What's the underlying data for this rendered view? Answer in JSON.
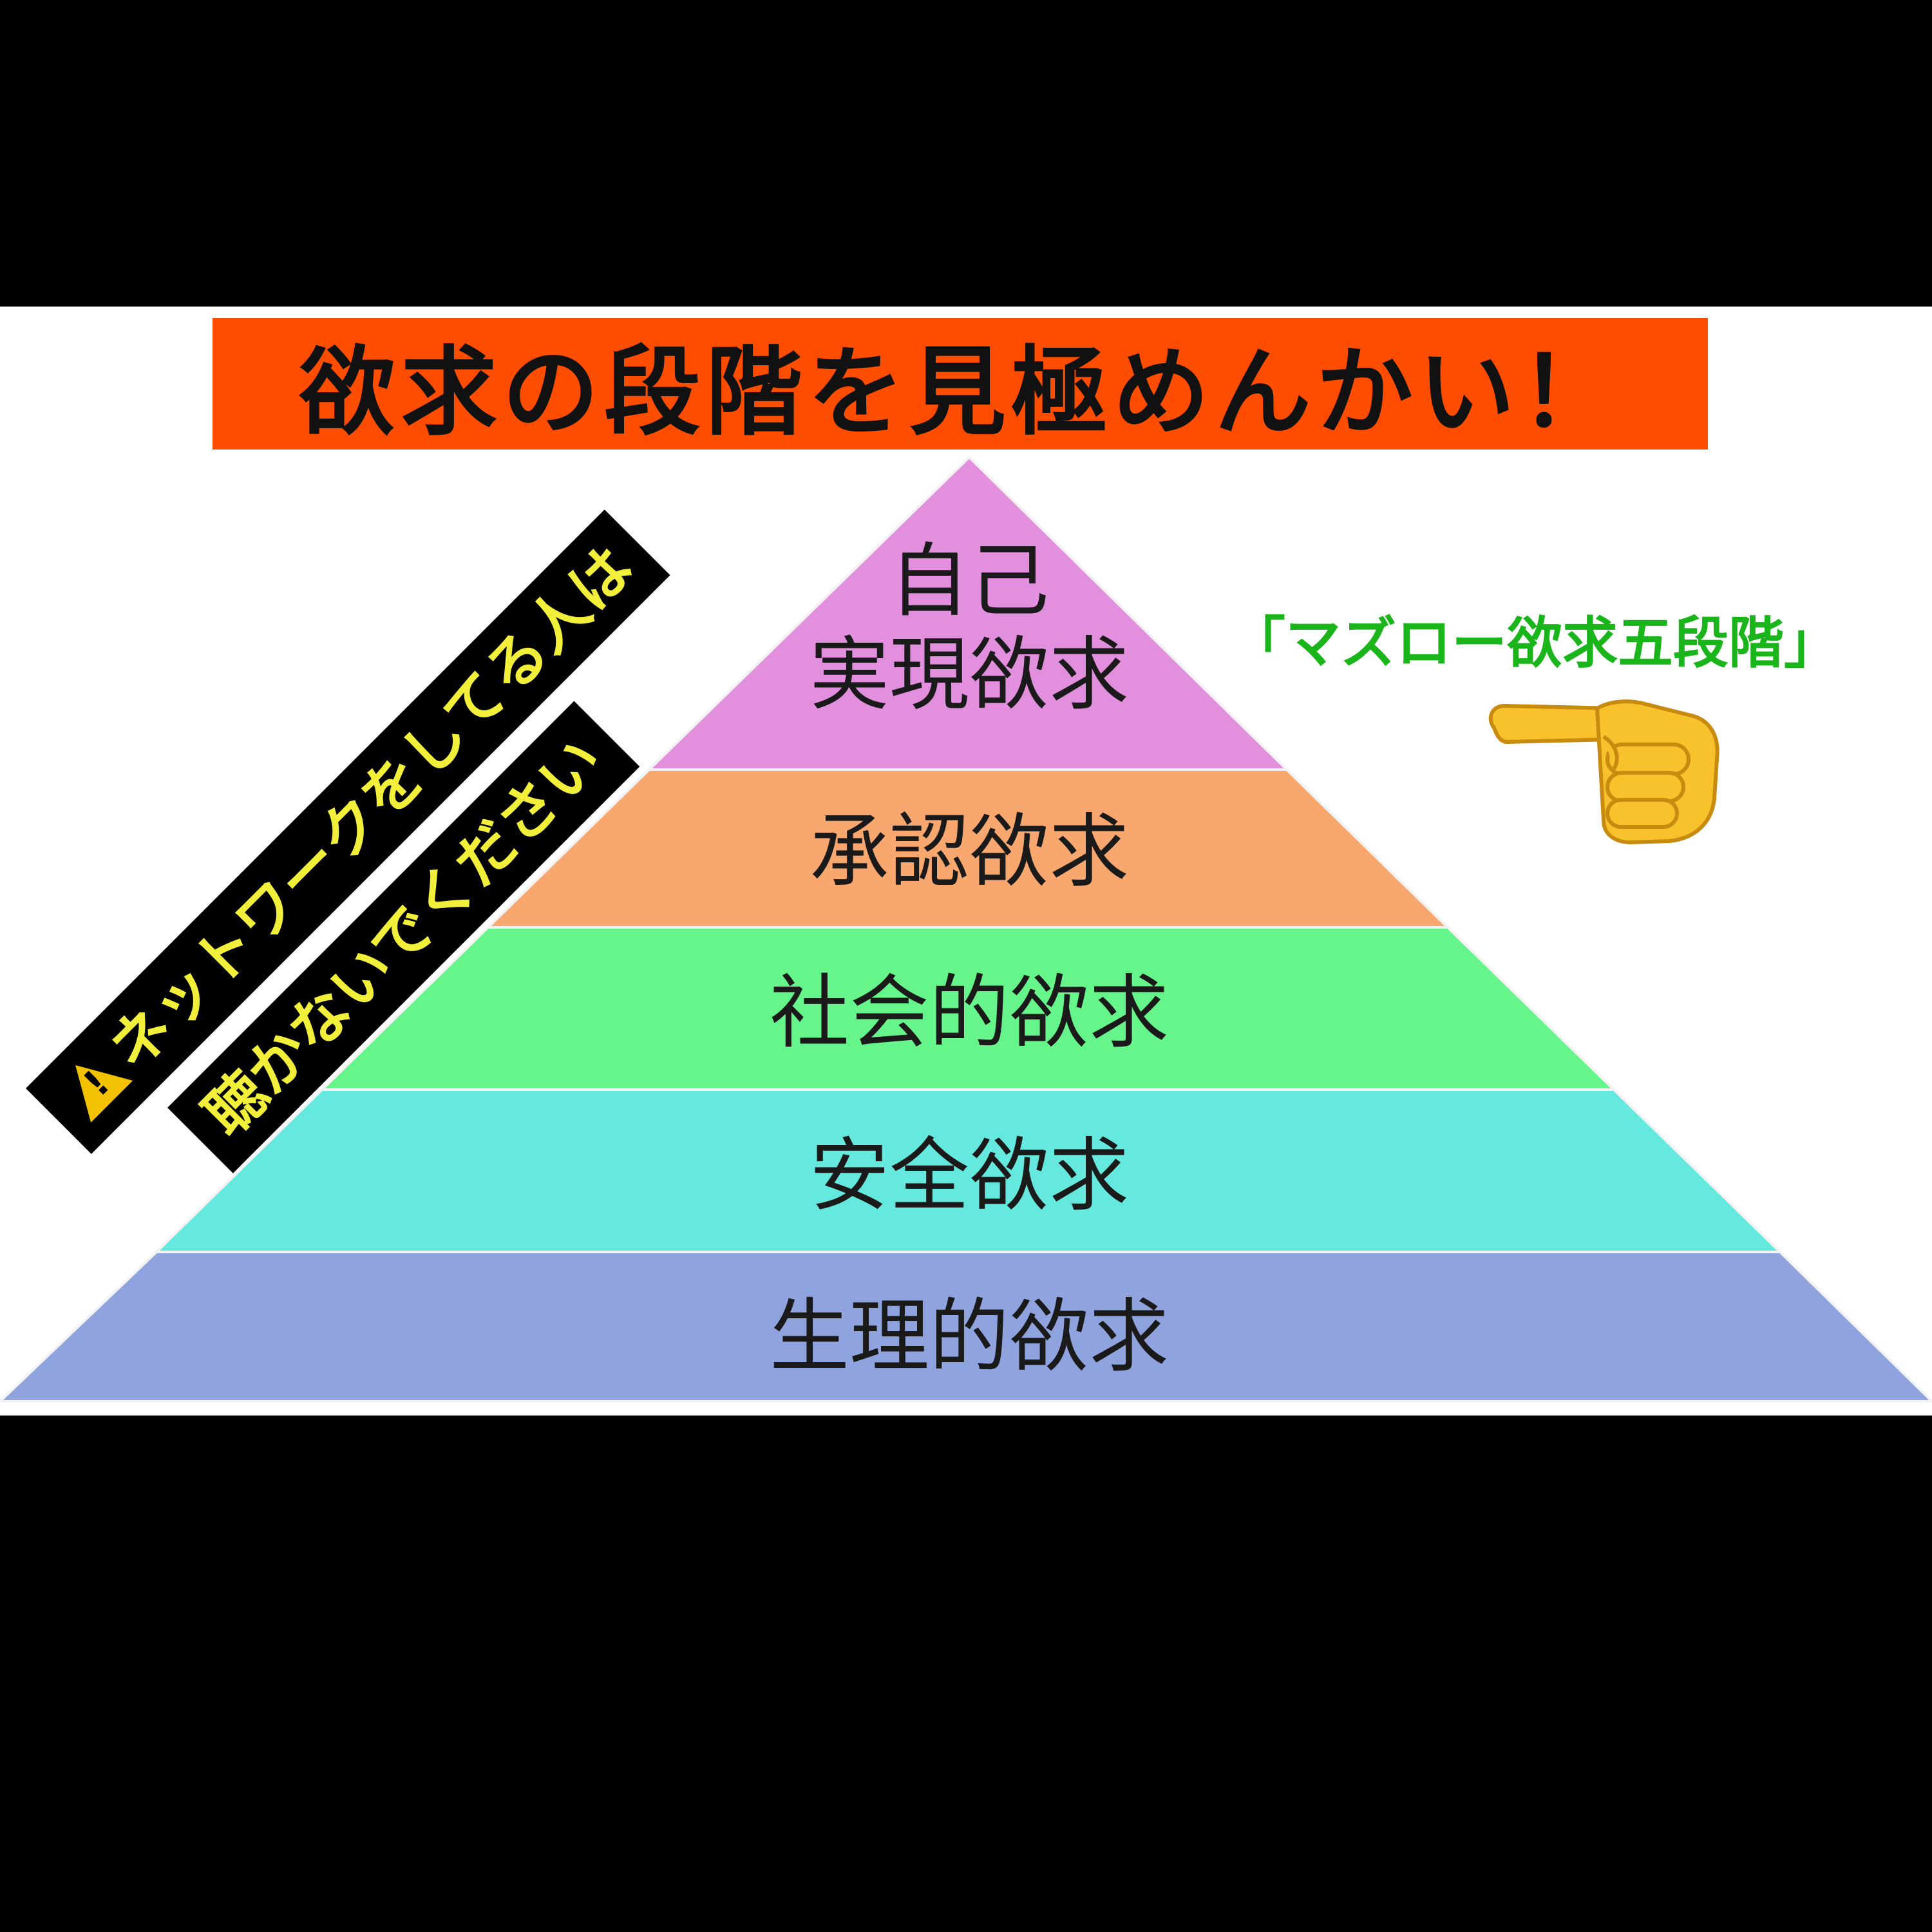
{
  "title": "欲求の段階を見極めんかい！",
  "warning": {
    "icon": "warning-icon",
    "line1": "ネットワークをしてる人は",
    "line2": "聴かないでください"
  },
  "maslow_label": "「マズロー欲求五段階」",
  "pointer_icon": "pointing-hand-icon",
  "pyramid": {
    "tiers": [
      {
        "line1": "自己",
        "line2": "実現欲求",
        "color": "#e28fdd"
      },
      {
        "label": "承認欲求",
        "color": "#f8a86e"
      },
      {
        "label": "社会的欲求",
        "color": "#66f58a"
      },
      {
        "label": "安全欲求",
        "color": "#65e8dd"
      },
      {
        "label": "生理的欲求",
        "color": "#8fa4de"
      }
    ]
  },
  "colors": {
    "banner": "#ff4d00",
    "warning_text": "#f2ef3a",
    "maslow_label": "#19b51b",
    "background": "#000000",
    "panel": "#ffffff"
  }
}
